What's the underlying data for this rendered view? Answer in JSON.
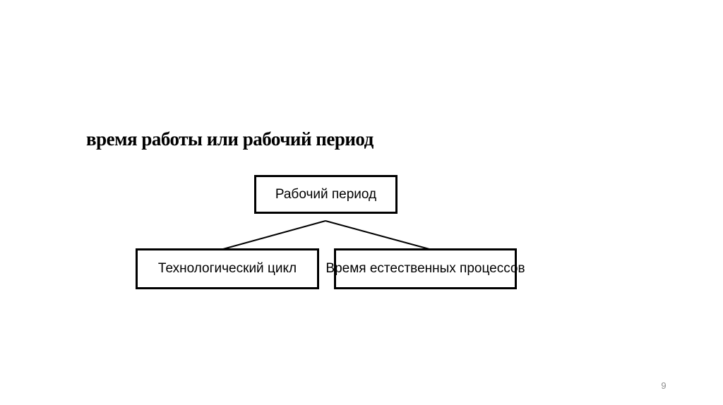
{
  "slide": {
    "title": "время работы или рабочий период",
    "page_number": "9"
  },
  "diagram": {
    "type": "hierarchy",
    "root": {
      "label": "Рабочий период"
    },
    "children": [
      {
        "label": "Технологический цикл"
      },
      {
        "label": "Время естественных процессов"
      }
    ]
  },
  "colors": {
    "background": "#ffffff",
    "box_border": "#000000",
    "box_fill": "#ffffff",
    "text": "#000000",
    "connector_line": "#000000",
    "page_number": "#8e8e8e"
  }
}
